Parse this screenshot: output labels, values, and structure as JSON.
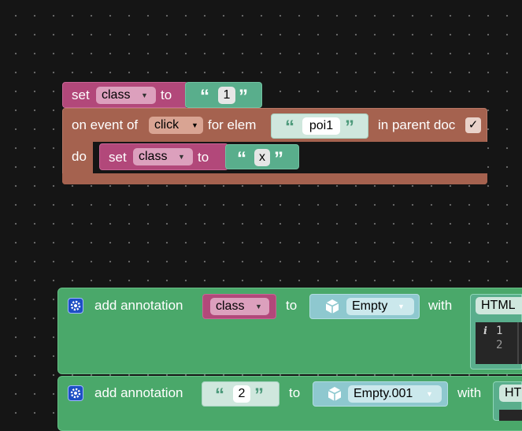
{
  "block_set_outer": {
    "set_label": "set",
    "prop": "class",
    "to_label": "to",
    "value": "1"
  },
  "block_event": {
    "on_event_label": "on event of",
    "event": "click",
    "for_elem_label": "for elem",
    "elem": "poi1",
    "in_parent_label": "in parent doc",
    "in_parent_checked": "✓",
    "do_label": "do"
  },
  "block_set_inner": {
    "set_label": "set",
    "prop": "class",
    "to_label": "to",
    "value": "x"
  },
  "annotation_1": {
    "add_label": "add annotation",
    "field": "class",
    "to_label": "to",
    "object": "Empty",
    "with_label": "with",
    "type": "HTML",
    "lines": [
      "1",
      "2"
    ]
  },
  "annotation_2": {
    "add_label": "add annotation",
    "value": "2",
    "to_label": "to",
    "object": "Empty.001",
    "with_label": "with",
    "type": "HT"
  },
  "icons": {
    "quote_open": "“",
    "quote_close": "”",
    "dropdown": "▼",
    "info": "i"
  },
  "colors": {
    "workspace": "#151515",
    "event_block": "#a5624f",
    "set_block": "#b2487a",
    "text_block": "#59ae8c",
    "annotation_block": "#4aa86a",
    "object_block": "#8ec8cf"
  }
}
